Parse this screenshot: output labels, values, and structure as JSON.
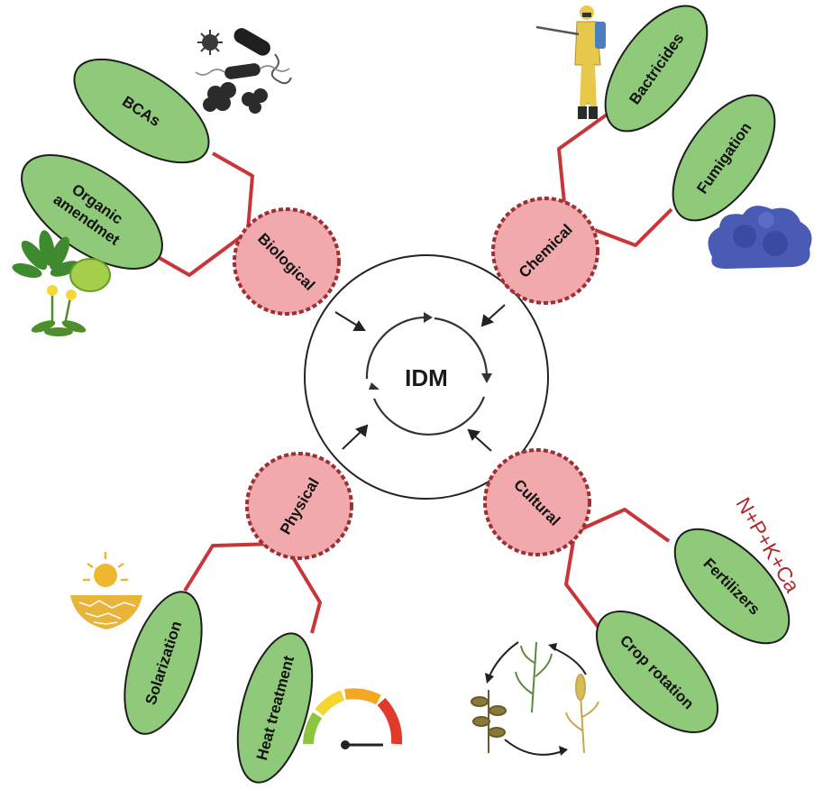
{
  "diagram": {
    "center": {
      "label": "IDM"
    },
    "categories": {
      "biological": "Biological",
      "chemical": "Chemical",
      "physical": "Physical",
      "cultural": "Cultural"
    },
    "methods": {
      "bcas": "BCAs",
      "organic_line1": "Organic",
      "organic_line2": "amendmet",
      "bactricides": "Bactricides",
      "fumigation": "Fumigation",
      "solarization": "Solarization",
      "heat_treatment": "Heat treatment",
      "fertilizers": "Fertilizers",
      "crop_rotation": "Crop rotation"
    },
    "nutrients": "N+P+K+Ca",
    "colors": {
      "oval_fill": "#8fca7a",
      "oval_stroke": "#1d1d1d",
      "category_fill": "#f2a9ab",
      "category_stroke": "#9e2f33",
      "connector": "#c8363a",
      "nutrient_text": "#b0292c"
    },
    "icons": [
      "microbes-icon",
      "sprayer-worker-icon",
      "gas-cloud-icon",
      "plants-seed-icon",
      "sun-soil-icon",
      "temperature-gauge-icon",
      "crop-rotation-icon"
    ]
  }
}
